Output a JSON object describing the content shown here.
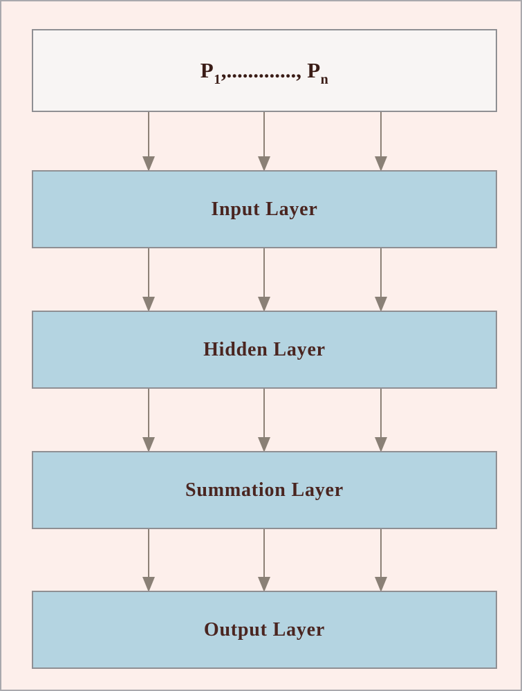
{
  "figure": {
    "background_color": "#fdefeb",
    "frame_color": "#a9a9ad",
    "layer_fill_color": "#b4d4e1",
    "source_fill_color": "#f8f5f4",
    "text_color": "#4a2520",
    "arrow_color": "#8a8076"
  },
  "source": {
    "label_prefix": "P",
    "sub_first": "1",
    "dots": ",.............,",
    "label_suffix": "P",
    "sub_last": "n",
    "full_text": "P1,............., Pn"
  },
  "layers": [
    {
      "id": "input",
      "label": "Input Layer"
    },
    {
      "id": "hidden",
      "label": "Hidden Layer"
    },
    {
      "id": "summation",
      "label": "Summation Layer"
    },
    {
      "id": "output",
      "label": "Output Layer"
    }
  ],
  "arrow_groups": [
    {
      "id": "source-to-input",
      "count": 3
    },
    {
      "id": "input-to-hidden",
      "count": 3
    },
    {
      "id": "hidden-to-summation",
      "count": 3
    },
    {
      "id": "summation-to-output",
      "count": 3
    }
  ]
}
